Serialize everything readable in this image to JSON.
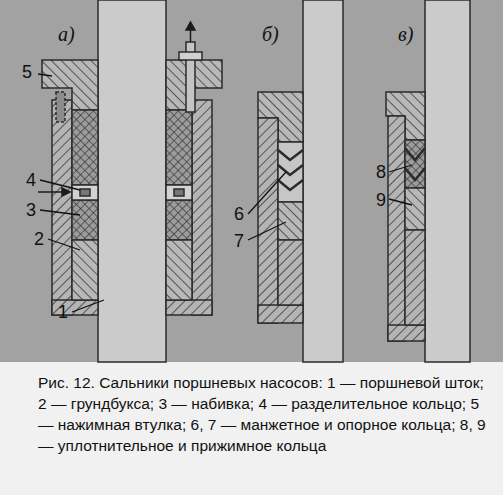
{
  "diagram": {
    "caption": "Рис. 12. Сальники поршневых насосов: 1 — поршневой шток; 2 — грундбукса; 3 — набивка; 4 — разделительное кольцо; 5 — нажимная втулка; 6, 7 — манжетное и опорное кольца; 8, 9 — уплотнительное и прижимное кольца",
    "labels": [
      "а)",
      "5",
      "4",
      "3",
      "2",
      "1",
      "б)",
      "6",
      "7",
      "в)",
      "8",
      "9"
    ]
  }
}
